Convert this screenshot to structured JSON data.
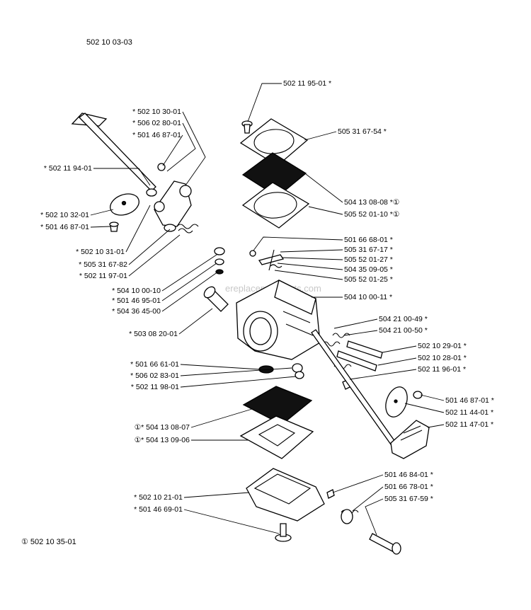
{
  "diagram_number": "502 10 03-03",
  "footnote": "① 502 10 35-01",
  "watermark": "ereplacementparts.com",
  "parts": {
    "p_502_11_95_01": "502 11 95-01  *",
    "p_505_31_67_54": "505 31 67-54  *",
    "p_504_13_08_08": "504 13 08-08  *①",
    "p_505_52_01_10": "505 52 01-10  *①",
    "p_501_66_68_01": "501 66 68-01  *",
    "p_505_31_67_17": "505 31 67-17  *",
    "p_505_52_01_27": "505 52 01-27  *",
    "p_504_35_09_05": "504 35 09-05  *",
    "p_505_52_01_25": "505 52 01-25  *",
    "p_504_10_00_11": "504 10 00-11  *",
    "p_504_21_00_49": "504 21 00-49  *",
    "p_504_21_00_50": "504 21 00-50  *",
    "p_502_10_29_01": "502 10 29-01  *",
    "p_502_10_28_01": "502 10 28-01  *",
    "p_502_11_96_01": "502 11 96-01  *",
    "p_501_46_87_01_r": "501 46 87-01  *",
    "p_502_11_44_01": "502 11 44-01  *",
    "p_502_11_47_01": "502 11 47-01  *",
    "p_501_46_84_01": "501 46 84-01  *",
    "p_501_66_78_01": "501 66 78-01  *",
    "p_505_31_67_59": "505 31 67-59  *",
    "p_502_10_30_01": "*  502 10 30-01",
    "p_506_02_80_01": "*  506 02 80-01",
    "p_501_46_87_01_a": "*  501 46 87-01",
    "p_502_11_94_01": "*  502 11 94-01",
    "p_502_10_32_01": "*  502 10 32-01",
    "p_501_46_87_01_b": "*  501 46 87-01",
    "p_502_10_31_01": "*  502 10 31-01",
    "p_505_31_67_82": "*  505 31 67-82",
    "p_502_11_97_01": "*  502 11 97-01",
    "p_504_10_00_10": "*  504 10 00-10",
    "p_501_46_95_01": "*  501 46 95-01",
    "p_504_36_45_00": "*  504 36 45-00",
    "p_503_08_20_01": "*  503 08 20-01",
    "p_501_66_61_01": "*  501 66 61-01",
    "p_506_02_83_01": "*  506 02 83-01",
    "p_502_11_98_01": "*  502 11 98-01",
    "p_504_13_08_07": "①*  504 13 08-07",
    "p_504_13_09_06": "①*  504 13 09-06",
    "p_502_10_21_01": "*  502 10 21-01",
    "p_501_46_69_01": "*  501 46 69-01"
  }
}
